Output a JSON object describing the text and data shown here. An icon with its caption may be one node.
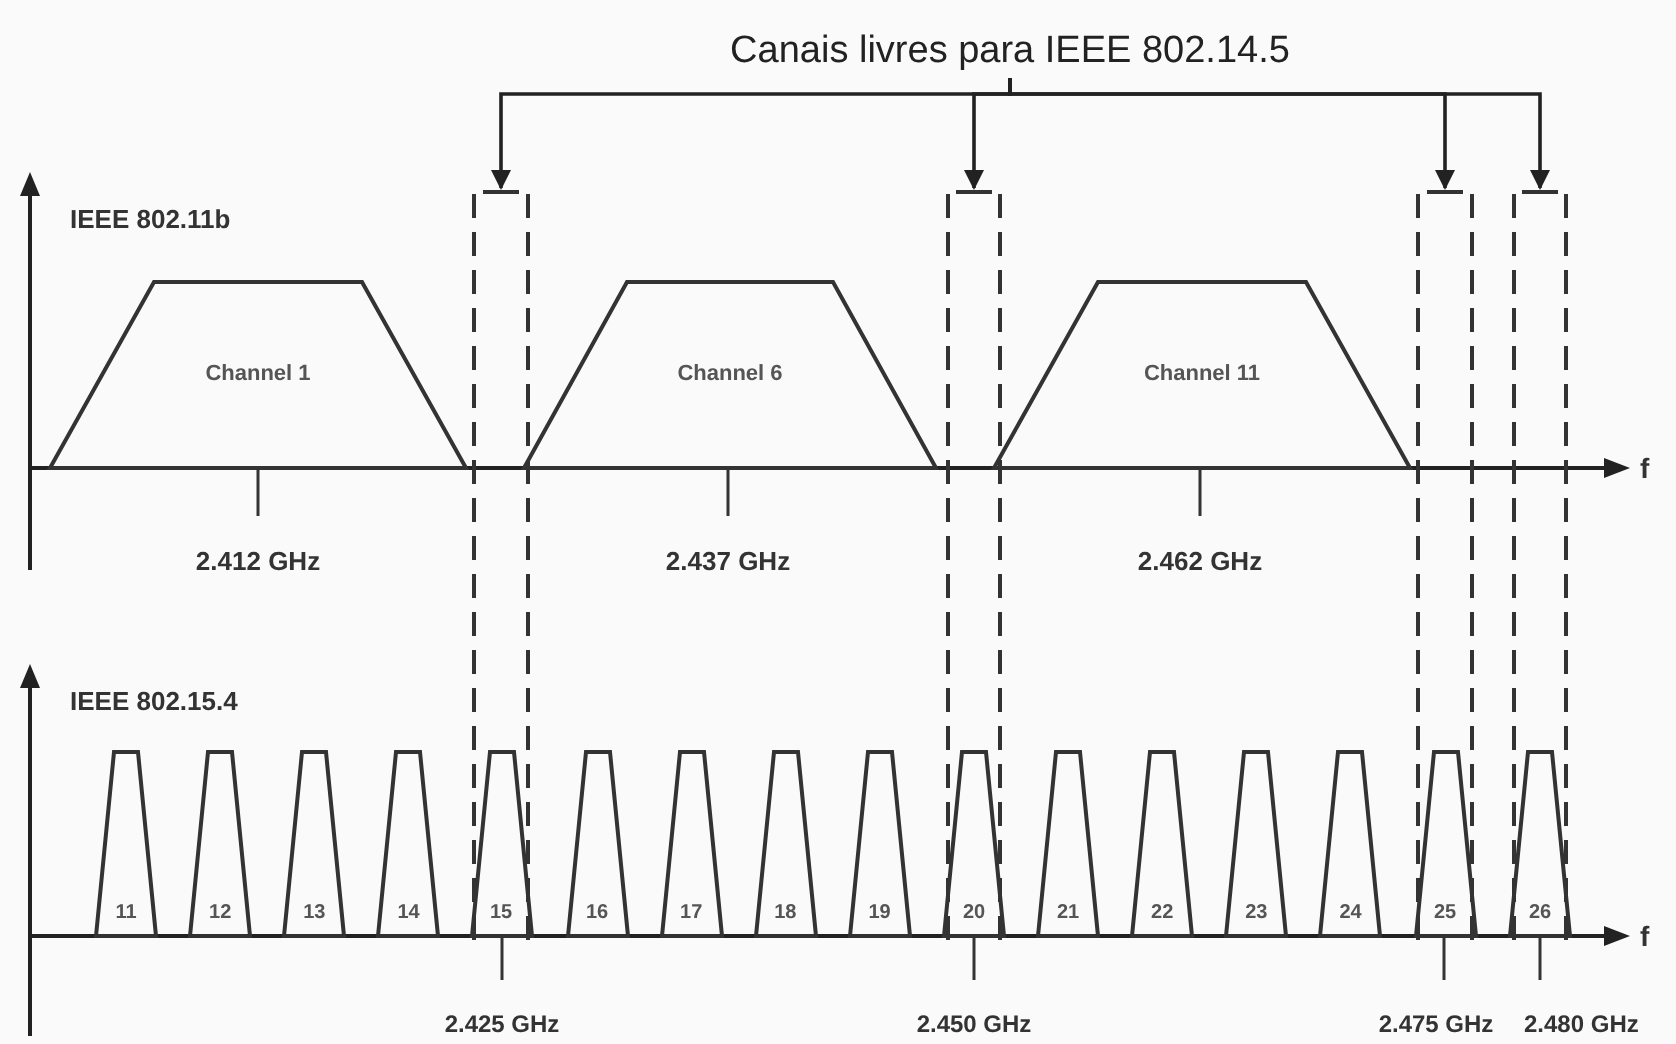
{
  "diagram": {
    "nodes": [
      {
        "text": [
          "Canais livres para IEEE 802.14.5"
        ]
      },
      {
        "text": [],
        "shape": "box"
      },
      {
        "text": [],
        "shape": "box"
      },
      {
        "text": [],
        "shape": "box"
      },
      {
        "text": [],
        "shape": "box"
      },
      {
        "text": [
          "Channel 1"
        ]
      },
      {
        "text": [
          "Channel 6"
        ]
      },
      {
        "text": [
          "Channel 11"
        ]
      },
      {
        "text": [
          "11"
        ]
      },
      {
        "text": [
          "12"
        ]
      },
      {
        "text": [
          "13"
        ]
      },
      {
        "text": [
          "14"
        ]
      },
      {
        "text": [
          "15"
        ],
        "in": 1
      },
      {
        "text": [
          "16"
        ]
      },
      {
        "text": [
          "17"
        ]
      },
      {
        "text": [
          "18"
        ]
      },
      {
        "text": [
          "19"
        ]
      },
      {
        "text": [
          "20"
        ],
        "in": 2
      },
      {
        "text": [
          "21"
        ]
      },
      {
        "text": [
          "22"
        ]
      },
      {
        "text": [
          "23"
        ]
      },
      {
        "text": [
          "24"
        ]
      },
      {
        "text": [
          "25"
        ],
        "in": 3
      },
      {
        "text": [
          "26"
        ],
        "in": 4
      }
    ],
    "edges": [
      {
        "from": 0,
        "to": 1,
        "arrow": "to"
      },
      {
        "from": 0,
        "to": 2,
        "arrow": "to"
      },
      {
        "from": 0,
        "to": 3,
        "arrow": "to"
      },
      {
        "from": 0,
        "to": 4,
        "arrow": "to"
      }
    ],
    "labels": [
      "IEEE 802.11b",
      "f",
      "2.412 GHz",
      "2.437 GHz",
      "2.462 GHz",
      "IEEE 802.15.4",
      "f",
      "2.425 GHz",
      "2.450 GHz",
      "2.475 GHz",
      "2.480 GHz"
    ]
  }
}
